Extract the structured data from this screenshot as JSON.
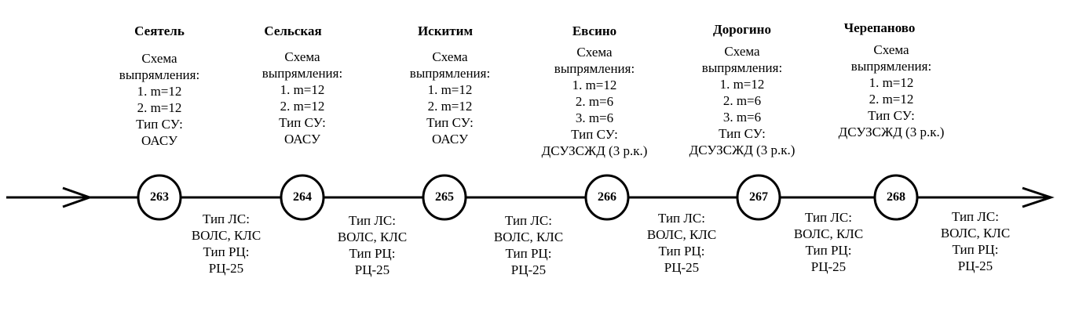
{
  "stations": [
    {
      "name": "Сеятель",
      "number": "263",
      "scheme_label": [
        "Схема",
        "выпрямления:"
      ],
      "schemes": [
        "1. m=12",
        "2. m=12"
      ],
      "su_label": "Тип СУ:",
      "su": "ОАСУ"
    },
    {
      "name": "Сельская",
      "number": "264",
      "scheme_label": [
        "Схема",
        "выпрямления:"
      ],
      "schemes": [
        "1. m=12",
        "2. m=12"
      ],
      "su_label": "Тип СУ:",
      "su": "ОАСУ"
    },
    {
      "name": "Искитим",
      "number": "265",
      "scheme_label": [
        "Схема",
        "выпрямления:"
      ],
      "schemes": [
        "1. m=12",
        "2. m=12"
      ],
      "su_label": "Тип СУ:",
      "su": "ОАСУ"
    },
    {
      "name": "Евсино",
      "number": "266",
      "scheme_label": [
        "Схема",
        "выпрямления:"
      ],
      "schemes": [
        "1. m=12",
        "2. m=6",
        "3. m=6"
      ],
      "su_label": "Тип СУ:",
      "su": "ДСУЗСЖД (3 р.к.)"
    },
    {
      "name": "Дорогино",
      "number": "267",
      "scheme_label": [
        "Схема",
        "выпрямления:"
      ],
      "schemes": [
        "1. m=12",
        "2. m=6",
        "3. m=6"
      ],
      "su_label": "Тип СУ:",
      "su": "ДСУЗСЖД (3 р.к.)"
    },
    {
      "name": "Черепаново",
      "number": "268",
      "scheme_label": [
        "Схема",
        "выпрямления:"
      ],
      "schemes": [
        "1. m=12",
        "2. m=12"
      ],
      "su_label": "Тип СУ:",
      "su": "ДСУЗСЖД (3 р.к.)"
    }
  ],
  "segments": [
    {
      "ls_label": "Тип ЛС:",
      "ls": "ВОЛС, КЛС",
      "rc_label": "Тип РЦ:",
      "rc": "РЦ-25"
    },
    {
      "ls_label": "Тип ЛС:",
      "ls": "ВОЛС, КЛС",
      "rc_label": "Тип РЦ:",
      "rc": "РЦ-25"
    },
    {
      "ls_label": "Тип ЛС:",
      "ls": "ВОЛС, КЛС",
      "rc_label": "Тип РЦ:",
      "rc": "РЦ-25"
    },
    {
      "ls_label": "Тип ЛС:",
      "ls": "ВОЛС, КЛС",
      "rc_label": "Тип РЦ:",
      "rc": "РЦ-25"
    },
    {
      "ls_label": "Тип ЛС:",
      "ls": "ВОЛС, КЛС",
      "rc_label": "Тип РЦ:",
      "rc": "РЦ-25"
    },
    {
      "ls_label": "Тип ЛС:",
      "ls": "ВОЛС, КЛС",
      "rc_label": "Тип РЦ:",
      "rc": "РЦ-25"
    }
  ]
}
